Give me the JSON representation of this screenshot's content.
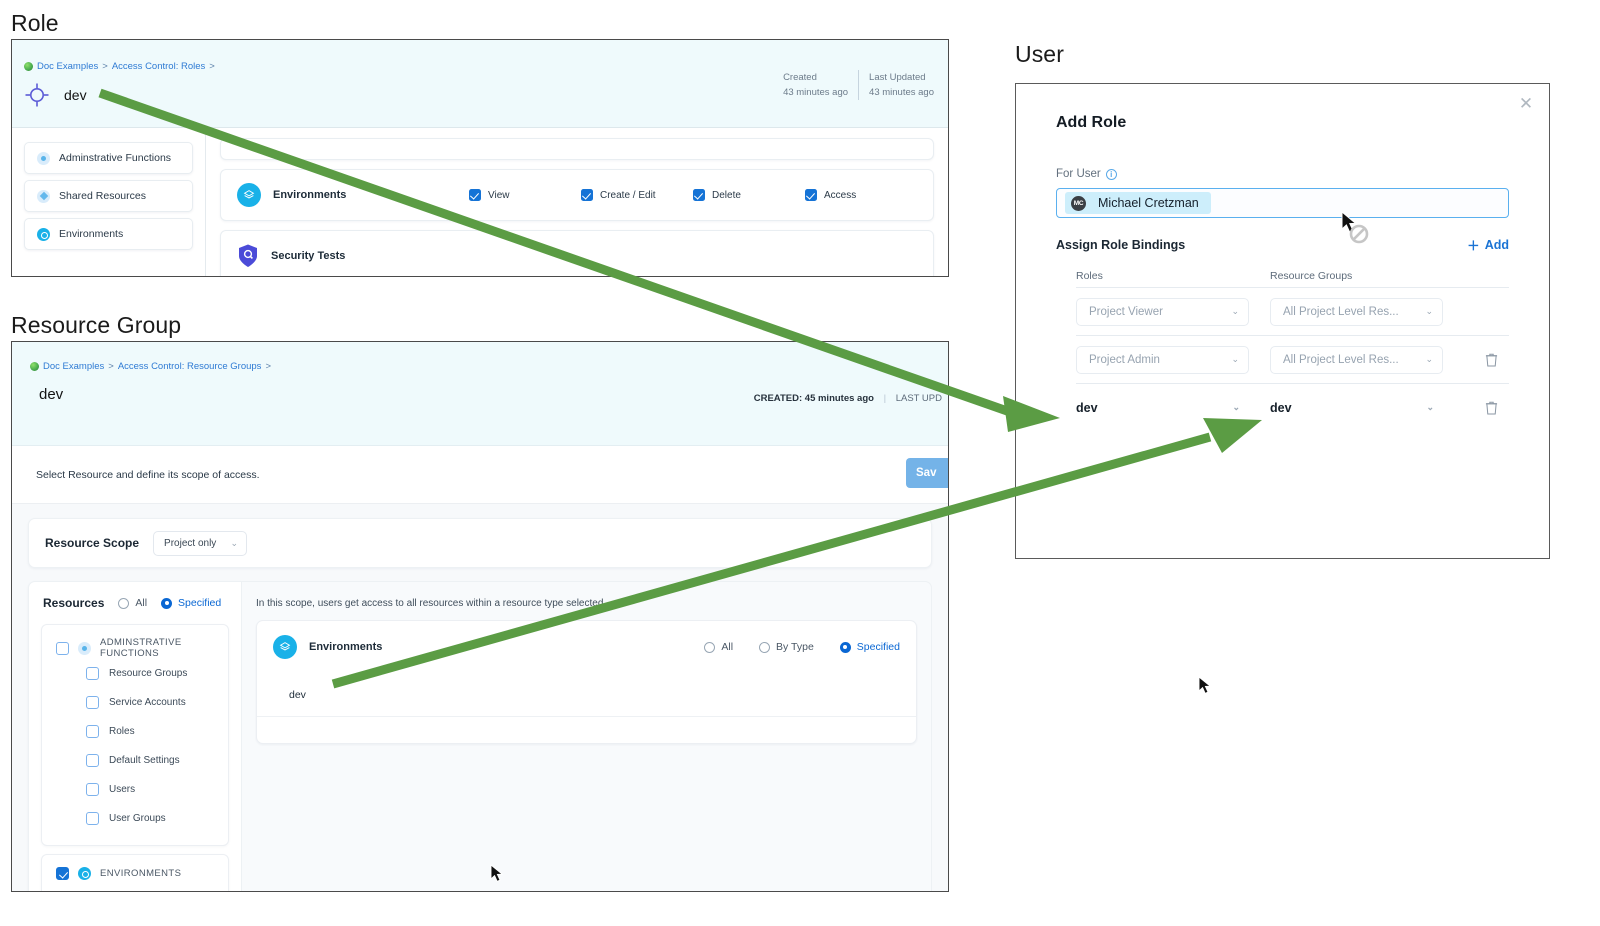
{
  "labels": {
    "role_section": "Role",
    "resource_group_section": "Resource Group",
    "user_section": "User"
  },
  "colors": {
    "arrow_green": "#5b9c44",
    "accent_blue": "#1573d6",
    "cyan": "#19b1e8",
    "header_band": "#effafc",
    "link": "#2f7bd4"
  },
  "role_panel": {
    "breadcrumb": {
      "root": "Doc Examples",
      "sep1": ">",
      "section": "Access Control: Roles",
      "sep2": ">"
    },
    "title": "dev",
    "title_icon": "crosshair-target-icon",
    "meta": [
      {
        "label": "Created",
        "value": "43 minutes ago"
      },
      {
        "label": "Last Updated",
        "value": "43 minutes ago"
      }
    ],
    "sidebar": [
      {
        "label": "Adminstrative Functions",
        "icon": "pale-dot-icon"
      },
      {
        "label": "Shared Resources",
        "icon": "pale-diamond-icon"
      },
      {
        "label": "Environments",
        "icon": "cyan-ring-icon"
      }
    ],
    "permission_rows": [
      {
        "name": "Environments",
        "icon": "environments-layers-icon",
        "permissions": [
          {
            "label": "View",
            "checked": true
          },
          {
            "label": "Create / Edit",
            "checked": true
          },
          {
            "label": "Delete",
            "checked": true
          },
          {
            "label": "Access",
            "checked": true
          }
        ]
      },
      {
        "name": "Security Tests",
        "icon": "security-shield-icon",
        "permissions": []
      }
    ]
  },
  "resource_group_panel": {
    "breadcrumb": {
      "root": "Doc Examples",
      "sep1": ">",
      "section": "Access Control: Resource Groups",
      "sep2": ">"
    },
    "title": "dev",
    "meta": {
      "created_label": "CREATED:",
      "created_value": "45 minutes ago",
      "updated_label": "LAST UPD"
    },
    "subbar_text": "Select Resource and define its scope of access.",
    "save_label": "Sav",
    "scope": {
      "label": "Resource Scope",
      "value": "Project only"
    },
    "resources": {
      "title": "Resources",
      "options": [
        {
          "label": "All",
          "selected": false
        },
        {
          "label": "Specified",
          "selected": true
        }
      ],
      "groups": [
        {
          "label": "ADMINSTRATIVE FUNCTIONS",
          "checked": false,
          "icon": "pale-dot-icon",
          "children": [
            {
              "label": "Resource Groups",
              "checked": false
            },
            {
              "label": "Service Accounts",
              "checked": false
            },
            {
              "label": "Roles",
              "checked": false
            },
            {
              "label": "Default Settings",
              "checked": false
            },
            {
              "label": "Users",
              "checked": false
            },
            {
              "label": "User Groups",
              "checked": false
            }
          ]
        },
        {
          "label": "ENVIRONMENTS",
          "checked": true,
          "icon": "cyan-ring-icon",
          "children": []
        }
      ]
    },
    "detail": {
      "note": "In this scope, users get access to all resources within a resource type selected",
      "card_title": "Environments",
      "card_icon": "environments-layers-icon",
      "radios": [
        {
          "label": "All",
          "selected": false
        },
        {
          "label": "By Type",
          "selected": false
        },
        {
          "label": "Specified",
          "selected": true
        }
      ],
      "items": [
        {
          "label": "dev"
        }
      ]
    }
  },
  "user_panel": {
    "close_icon": "close-icon",
    "title": "Add Role",
    "for_user_label": "For User",
    "info_icon": "info-icon",
    "user": {
      "name": "Michael Cretzman",
      "avatar_initials": "MC"
    },
    "bindings_title": "Assign Role Bindings",
    "add_label": "Add",
    "add_icon": "plus-icon",
    "columns": {
      "roles": "Roles",
      "resource_groups": "Resource Groups"
    },
    "rows": [
      {
        "role": "Project Viewer",
        "resource_group": "All Project Level Res...",
        "muted": true,
        "deletable": false
      },
      {
        "role": "Project Admin",
        "resource_group": "All Project Level Res...",
        "muted": true,
        "deletable": true
      },
      {
        "role": "dev",
        "resource_group": "dev",
        "muted": false,
        "deletable": true
      }
    ]
  },
  "annotations": {
    "arrow1_from": "role-title-dev",
    "arrow1_to": "user-binding-role-dev",
    "arrow2_from": "resource-group-detail-dev",
    "arrow2_to": "user-binding-resource-group-dev"
  }
}
